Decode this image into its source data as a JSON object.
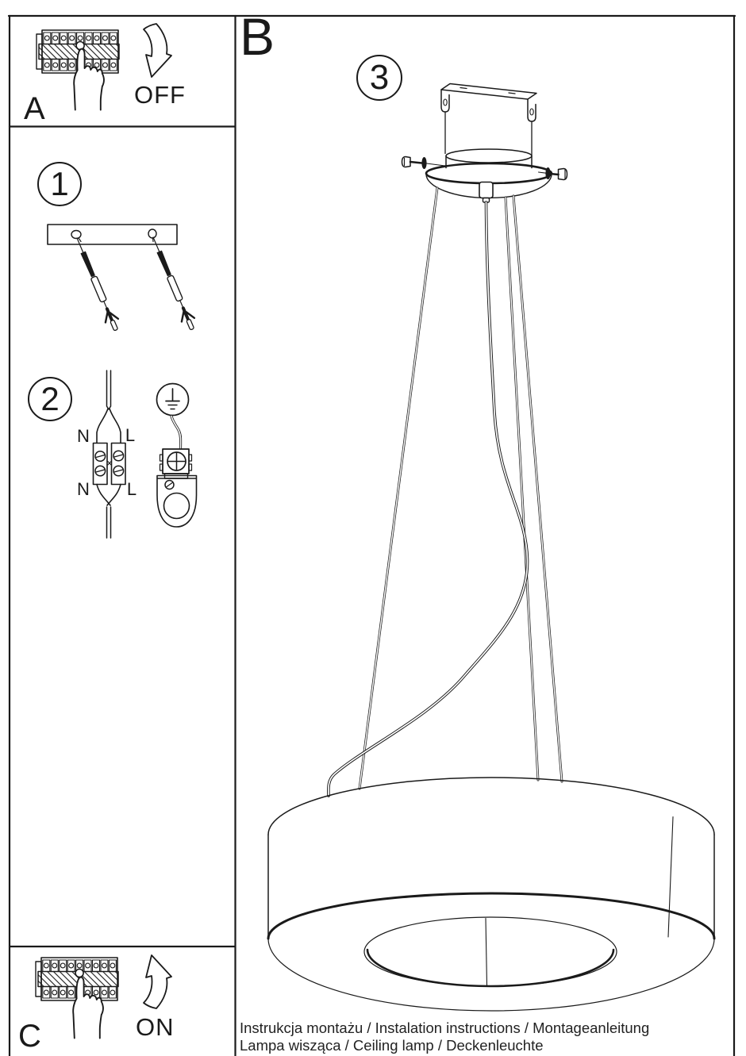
{
  "panels": {
    "a": {
      "label": "A",
      "switch_state": "OFF"
    },
    "b": {
      "label": "B"
    },
    "c": {
      "label": "C",
      "switch_state": "ON"
    }
  },
  "steps": [
    {
      "number": "1"
    },
    {
      "number": "2"
    },
    {
      "number": "3"
    }
  ],
  "wiring_labels": {
    "top_left": "N",
    "top_right": "L",
    "bottom_left": "N",
    "bottom_right": "L"
  },
  "footer": {
    "line1": "Instrukcja montażu / Instalation instructions / Montageanleitung",
    "line2": "Lampa wisząca / Ceiling lamp / Deckenleuchte"
  },
  "colors": {
    "ink": "#1a1a1a",
    "paper": "#ffffff"
  }
}
